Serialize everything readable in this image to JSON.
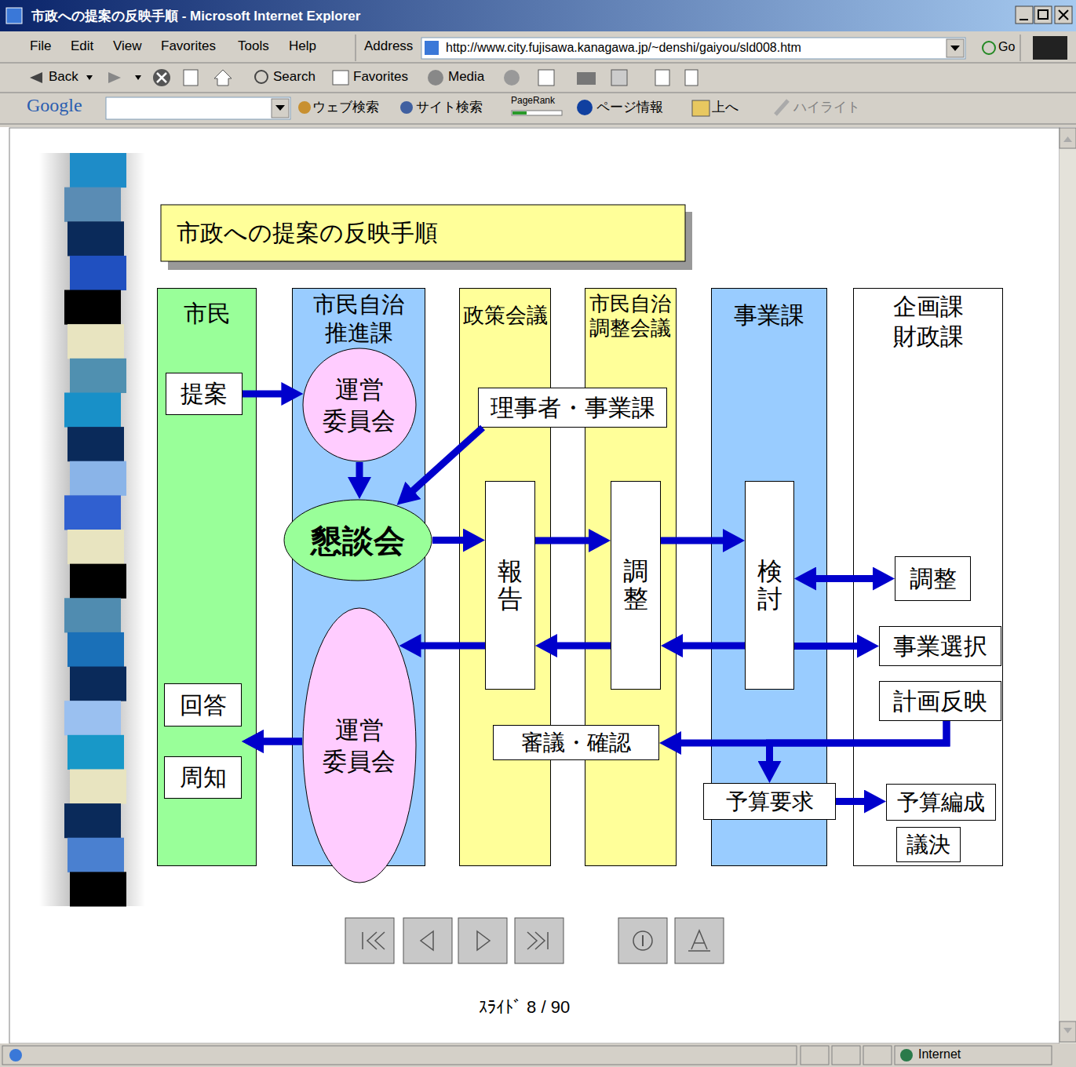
{
  "diagram": {
    "title": "市政への提案の反映手順",
    "nodes": [
      {
        "text": [
          "市民"
        ]
      },
      {
        "text": [
          "提案"
        ],
        "in": 0
      },
      {
        "text": [
          "回答"
        ],
        "in": 0
      },
      {
        "text": [
          "周知"
        ],
        "in": 0
      },
      {
        "text": [
          "市民自治 推進課"
        ]
      },
      {
        "text": [
          "運営 委員会"
        ],
        "in": 4
      },
      {
        "text": [
          "懇談会"
        ],
        "in": 4
      },
      {
        "text": [
          "運営 委員会"
        ],
        "in": 4
      },
      {
        "text": [
          "政策会議"
        ]
      },
      {
        "text": [
          "報告"
        ],
        "in": 8
      },
      {
        "text": [
          "市民自治 調整会議"
        ]
      },
      {
        "text": [
          "調整"
        ],
        "in": 10
      },
      {
        "text": [
          "事業課"
        ]
      },
      {
        "text": [
          "検討"
        ],
        "in": 12
      },
      {
        "text": [
          "企画課 財政課"
        ]
      },
      {
        "text": [
          "調整"
        ],
        "in": 14
      },
      {
        "text": [
          "事業選択"
        ],
        "in": 14
      },
      {
        "text": [
          "計画反映"
        ],
        "in": 14
      },
      {
        "text": [
          "予算編成"
        ],
        "in": 14
      },
      {
        "text": [
          "議決"
        ],
        "in": 14
      },
      {
        "text": [
          "理事者・事業課"
        ]
      },
      {
        "text": [
          "審議・確認"
        ]
      },
      {
        "text": [
          "予算要求"
        ]
      }
    ],
    "edges": [
      {
        "from": 1,
        "to": 5,
        "arrow": "to"
      },
      {
        "from": 5,
        "to": 6,
        "arrow": "to"
      },
      {
        "from": 20,
        "to": 6,
        "arrow": "to"
      },
      {
        "from": 6,
        "to": 9,
        "arrow": "to"
      },
      {
        "from": 9,
        "to": 11,
        "arrow": "to"
      },
      {
        "from": 11,
        "to": 13,
        "arrow": "to"
      },
      {
        "from": 13,
        "to": 15,
        "arrow": "both"
      },
      {
        "from": 13,
        "to": 16,
        "arrow": "to"
      },
      {
        "from": 13,
        "to": 11,
        "arrow": "to"
      },
      {
        "from": 11,
        "to": 9,
        "arrow": "to"
      },
      {
        "from": 9,
        "to": 7,
        "arrow": "to"
      },
      {
        "from": 7,
        "to": 2,
        "arrow": "to"
      },
      {
        "from": 7,
        "to": 3,
        "arrow": "to"
      },
      {
        "from": 17,
        "to": 21,
        "arrow": "to"
      },
      {
        "from": 17,
        "to": 22,
        "arrow": "to"
      },
      {
        "from": 22,
        "to": 18,
        "arrow": "to"
      }
    ],
    "labels": [
      "市政への提案の反映手順 - Microsoft Internet Explorer",
      "File",
      "Edit",
      "View",
      "Favorites",
      "Tools",
      "Help",
      "Address",
      "http://www.city.fujisawa.kanagawa.jp/~denshi/gaiyou/sld008.htm",
      "Go",
      "Back",
      "Search",
      "Favorites",
      "Media",
      "Google",
      "ウェブ検索",
      "サイト検索",
      "PageRank",
      "ページ情報",
      "上へ",
      "ハイライト",
      "ｽﾗｲﾄﾞ 8 / 90",
      "Internet"
    ]
  }
}
